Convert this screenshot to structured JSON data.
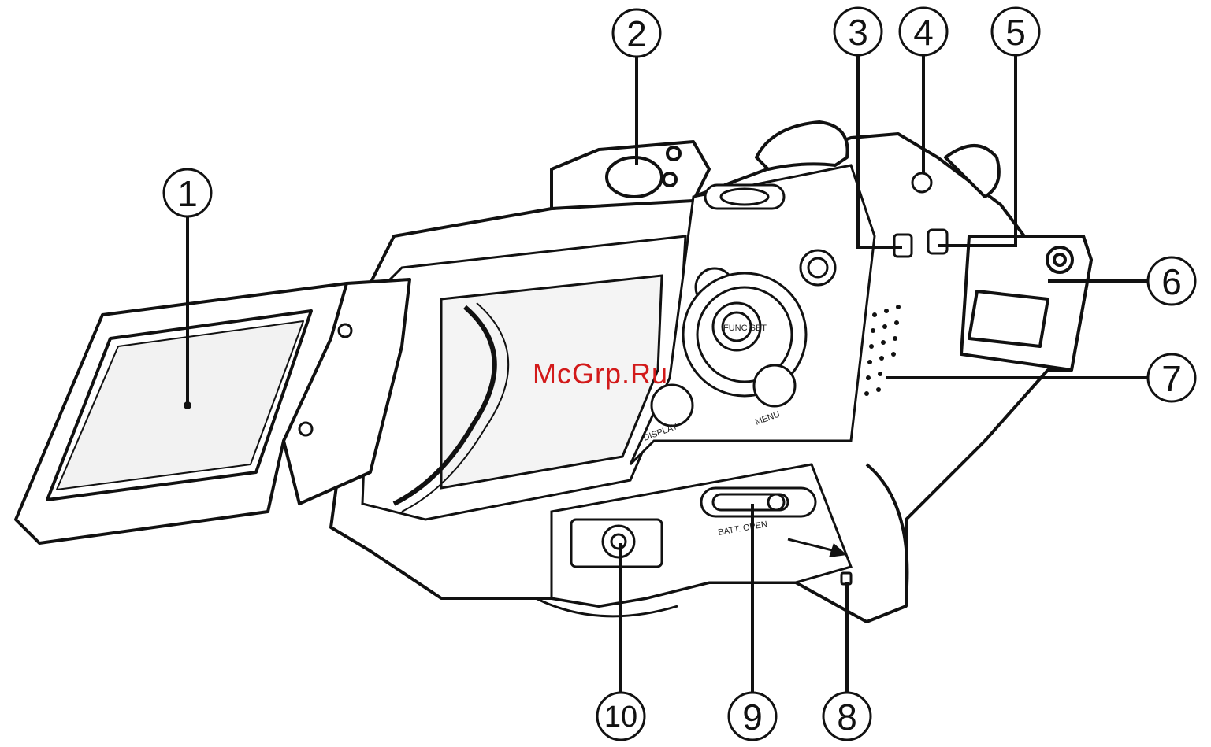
{
  "watermark": "McGrp.Ru",
  "callouts": [
    {
      "n": "1"
    },
    {
      "n": "2"
    },
    {
      "n": "3"
    },
    {
      "n": "4"
    },
    {
      "n": "5"
    },
    {
      "n": "6"
    },
    {
      "n": "7"
    },
    {
      "n": "8"
    },
    {
      "n": "9"
    },
    {
      "n": "10"
    }
  ],
  "body_labels": {
    "battery_open": "BATT. OPEN",
    "display": "DISPLAY",
    "menu": "MENU",
    "func_set": "FUNC SET"
  }
}
